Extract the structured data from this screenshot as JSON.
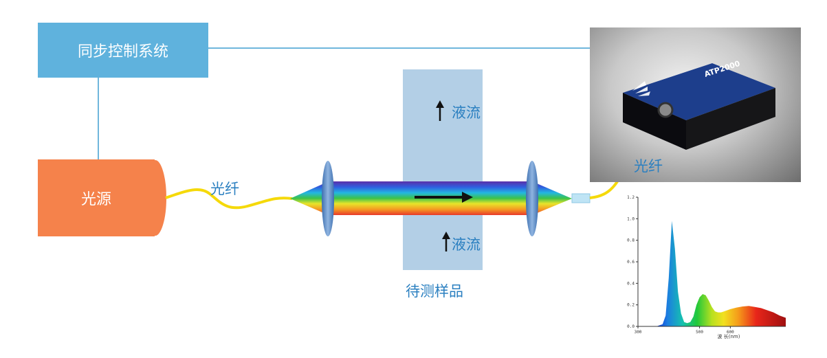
{
  "sync_system": {
    "label": "同步控制系统"
  },
  "light_source": {
    "label": "光源"
  },
  "fiber_left": {
    "label": "光纤"
  },
  "fiber_right": {
    "label": "光纤"
  },
  "flow_top": {
    "label": "液流"
  },
  "flow_bottom": {
    "label": "液流"
  },
  "sample": {
    "label": "待测样品"
  },
  "spectrometer": {
    "model": "ATP2000"
  },
  "colors": {
    "sync_box": "#5fb2dd",
    "light_box": "#f5824b",
    "fiber": "#f5d90a",
    "sample_region": "#b3cfe6",
    "label_text": "#2a7fc0",
    "connector_line": "#6fb6dc"
  },
  "chart_data": {
    "type": "area",
    "x_ticks": [
      "300",
      "500",
      "600"
    ],
    "y_ticks": [
      "0.0",
      "0.2",
      "0.4",
      "0.6",
      "0.8",
      "1.0",
      "1.2"
    ],
    "xlabel": "波 长(nm)",
    "xlim": [
      300,
      780
    ],
    "ylim": [
      0,
      1.2
    ],
    "x": [
      300,
      330,
      360,
      380,
      390,
      400,
      410,
      420,
      430,
      440,
      450,
      460,
      470,
      480,
      490,
      500,
      510,
      520,
      530,
      540,
      550,
      560,
      570,
      580,
      590,
      600,
      620,
      640,
      660,
      680,
      700,
      720,
      740,
      760,
      780
    ],
    "y": [
      0,
      0,
      0,
      0.02,
      0.1,
      0.45,
      0.98,
      0.72,
      0.32,
      0.12,
      0.04,
      0.03,
      0.04,
      0.09,
      0.2,
      0.27,
      0.3,
      0.29,
      0.24,
      0.18,
      0.14,
      0.13,
      0.13,
      0.14,
      0.15,
      0.16,
      0.175,
      0.185,
      0.19,
      0.18,
      0.17,
      0.15,
      0.13,
      0.1,
      0.08
    ]
  }
}
